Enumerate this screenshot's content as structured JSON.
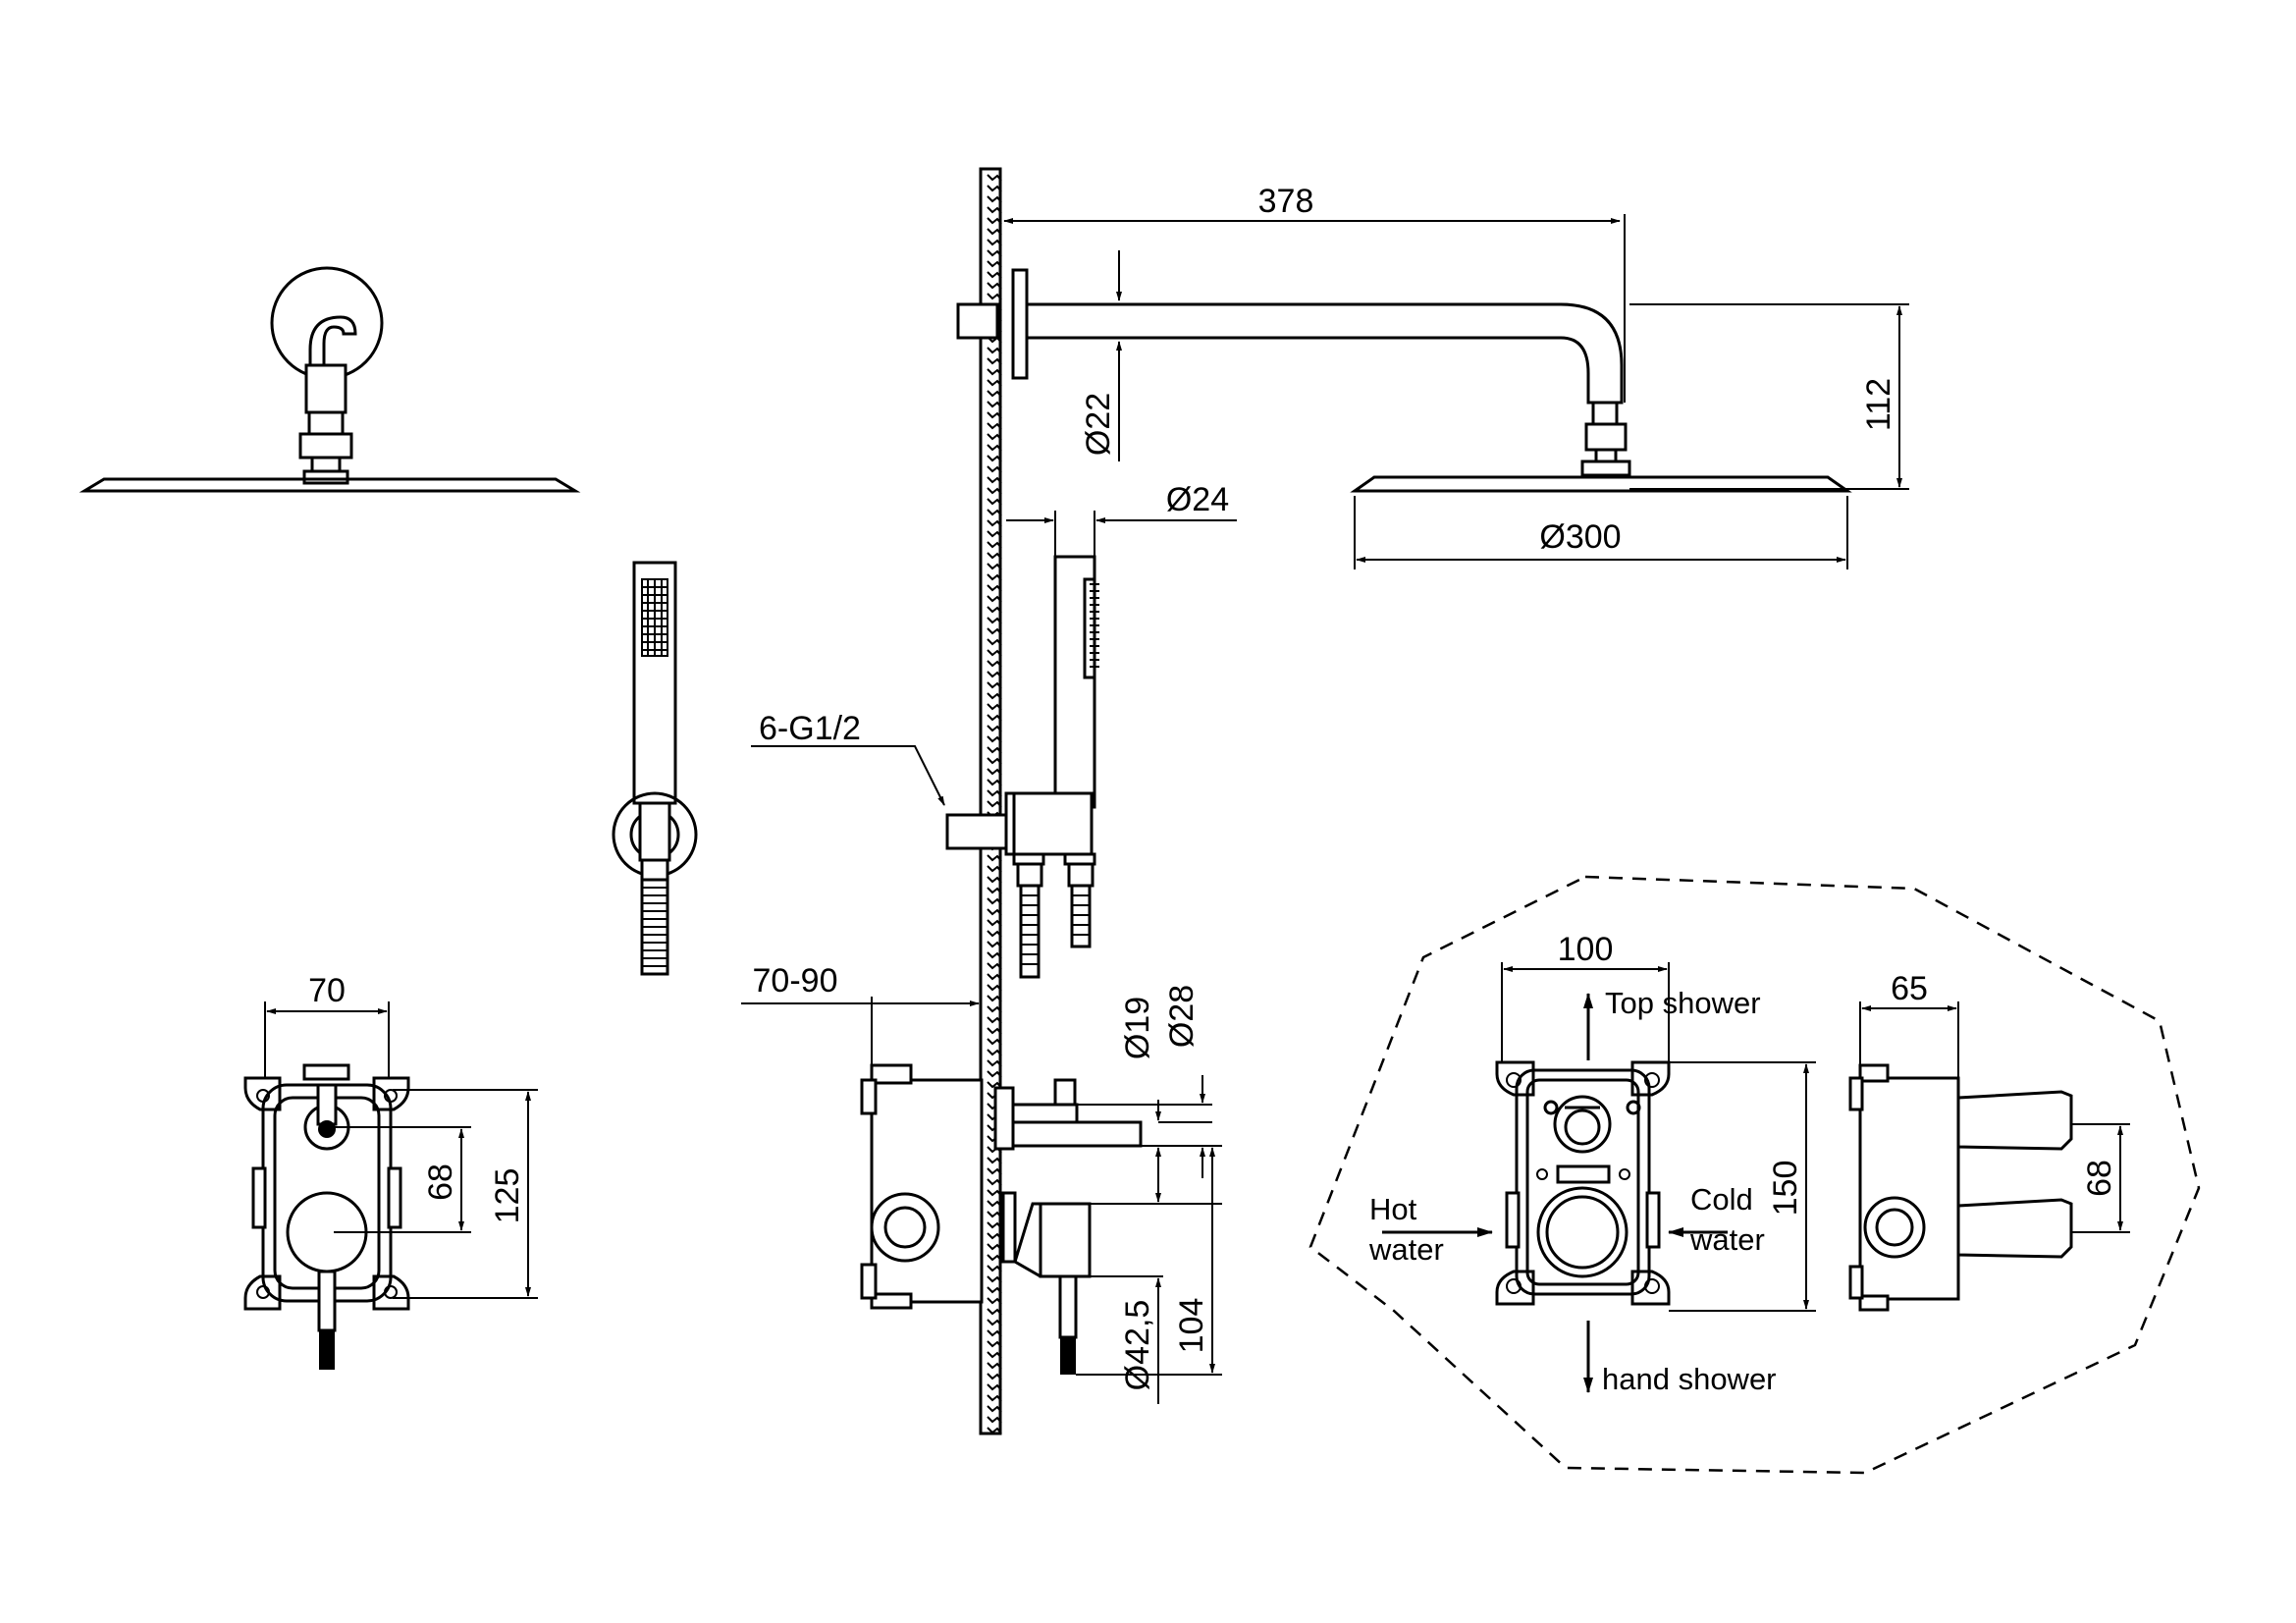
{
  "dimensions": {
    "arm_length": "378",
    "arm_drop": "112",
    "arm_diameter": "Ø22",
    "handset_holder_diameter": "Ø24",
    "head_diameter": "Ø300",
    "connection_thread": "6-G1/2",
    "wall_depth": "70-90",
    "spout_outer": "Ø28",
    "spout_inner": "Ø19",
    "trim_diameter": "Ø42,5",
    "trim_height": "104",
    "box_width_front": "70",
    "box_lever_offset": "68",
    "box_height_front": "125",
    "box_width_detail": "100",
    "box_height_detail": "150",
    "box_depth_side": "65",
    "outlet_spacing_side": "68"
  },
  "labels": {
    "top_shower": "Top shower",
    "hot_line1": "Hot",
    "hot_line2": "water",
    "cold_line1": "Cold",
    "cold_line2": "water",
    "hand_shower": "hand shower"
  }
}
